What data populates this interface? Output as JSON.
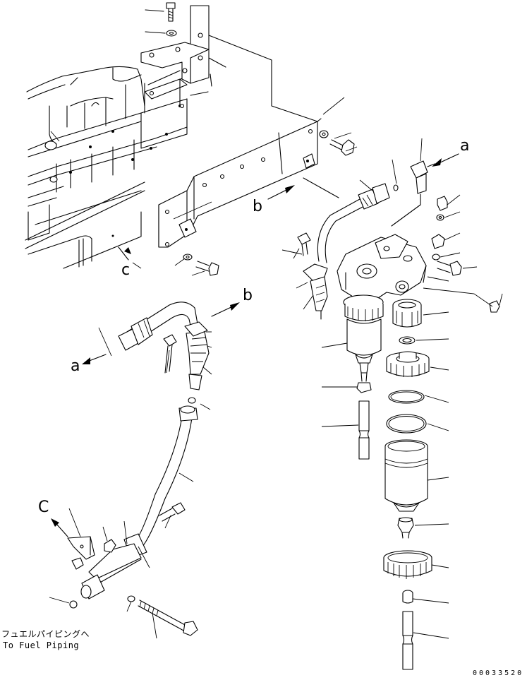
{
  "drawing": {
    "part_number": "00033520",
    "note_japanese": "フュエルパイピングへ",
    "note_english": "To Fuel Piping",
    "view_refs": {
      "a_upper": "a",
      "a_lower": "a",
      "b_upper": "b",
      "b_lower": "b",
      "c_left": "c",
      "c_lower": "C"
    }
  }
}
